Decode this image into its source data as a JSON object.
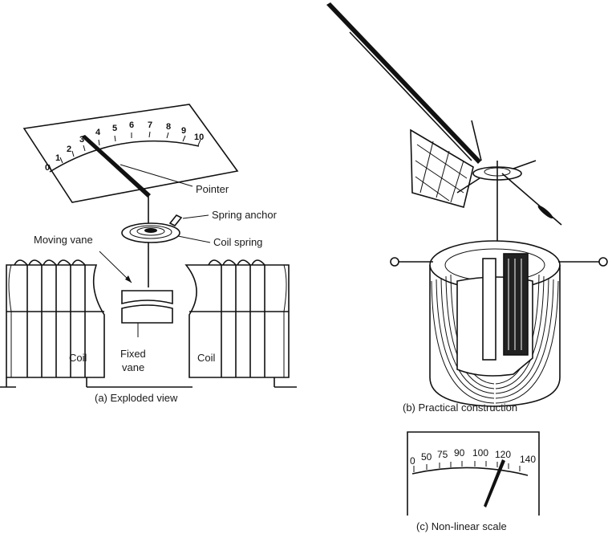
{
  "exploded": {
    "scale_ticks": [
      "0",
      "1",
      "2",
      "3",
      "4",
      "5",
      "6",
      "7",
      "8",
      "9",
      "10"
    ],
    "labels": {
      "pointer": "Pointer",
      "spring_anchor": "Spring anchor",
      "coil_spring": "Coil spring",
      "moving_vane": "Moving vane",
      "coil_left": "Coil",
      "coil_right": "Coil",
      "fixed_vane_line1": "Fixed",
      "fixed_vane_line2": "vane"
    },
    "caption": "(a) Exploded view"
  },
  "practical": {
    "caption": "(b) Practical construction"
  },
  "nonlinear": {
    "scale_ticks": [
      "0",
      "50",
      "75",
      "90",
      "100",
      "120",
      "140"
    ],
    "caption": "(c) Non-linear scale"
  }
}
